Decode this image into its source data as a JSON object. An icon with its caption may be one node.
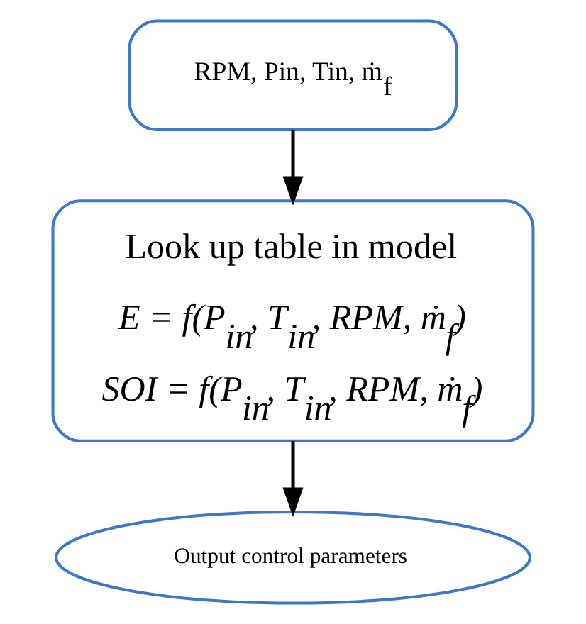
{
  "diagram": {
    "nodes": [
      {
        "text": [
          "RPM, Pin, Tin, ṁ$_{f}$"
        ]
      },
      {
        "text": [
          "Look up table in model",
          "E = f(P$_{in}$, T$_{in}$, RPM, ṁ$_{f}$)",
          "SOI = f(P$_{in}$, T$_{in}$, RPM, ṁ$_{f}$)"
        ]
      },
      {
        "text": [
          "Output control parameters"
        ]
      }
    ],
    "edges": [
      {
        "from": 0,
        "to": 1,
        "arrow": "to"
      },
      {
        "from": 1,
        "to": 2,
        "arrow": "to"
      }
    ]
  }
}
